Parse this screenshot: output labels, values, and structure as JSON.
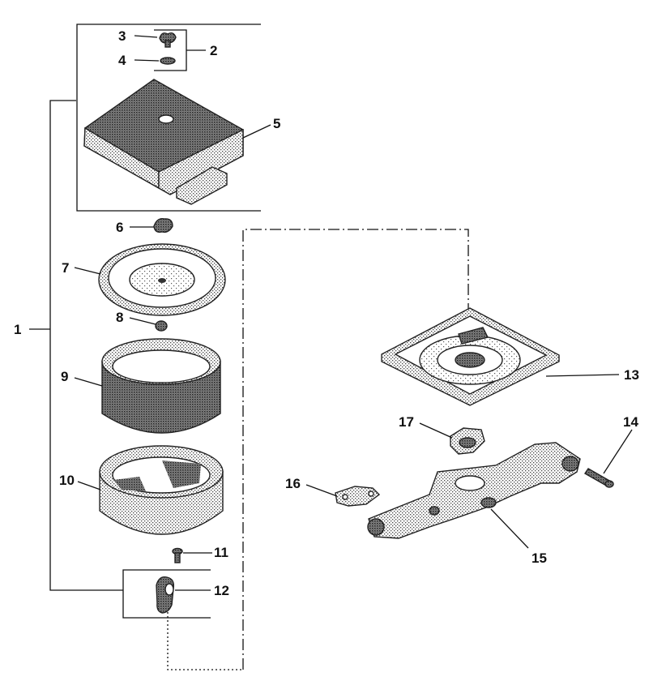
{
  "callouts": {
    "c1": "1",
    "c2": "2",
    "c3": "3",
    "c4": "4",
    "c5": "5",
    "c6": "6",
    "c7": "7",
    "c8": "8",
    "c9": "9",
    "c10": "10",
    "c11": "11",
    "c12": "12",
    "c13": "13",
    "c14": "14",
    "c15": "15",
    "c16": "16",
    "c17": "17"
  },
  "colors": {
    "line": "#111111",
    "stipple": "#555555",
    "background": "#ffffff"
  }
}
